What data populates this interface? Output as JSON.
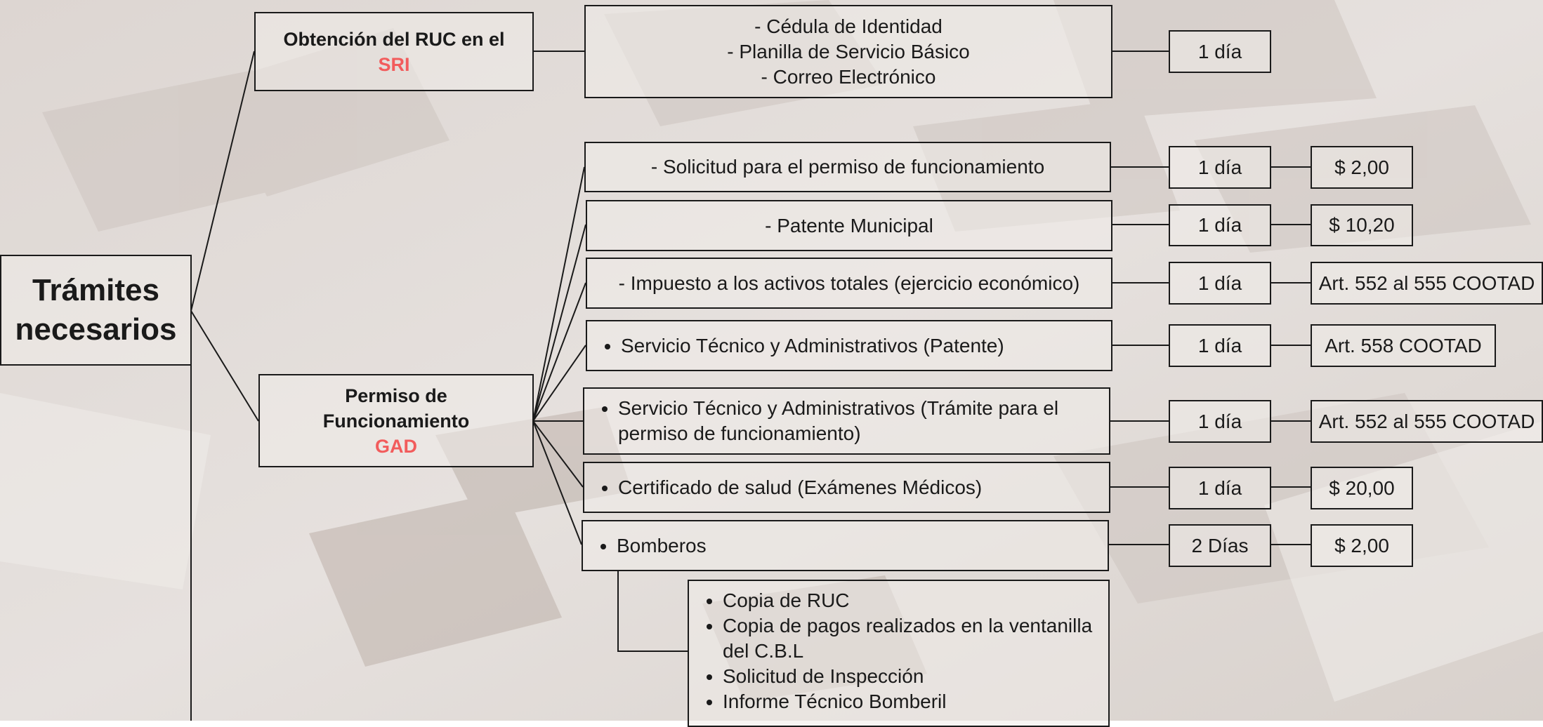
{
  "root": {
    "line1": "Trámites",
    "line2": "necesarios"
  },
  "sri_branch": {
    "title": "Obtención del RUC en el",
    "org": "SRI"
  },
  "sri_requirements": [
    "- Cédula de Identidad",
    "- Planilla de Servicio Básico",
    "- Correo Electrónico"
  ],
  "sri_time": "1 día",
  "gad_branch": {
    "line1": "Permiso  de",
    "line2": "Funcionamiento",
    "org": "GAD"
  },
  "gad_items": [
    {
      "text": "- Solicitud para el permiso de funcionamiento",
      "time": "1 día",
      "cost": "$ 2,00"
    },
    {
      "text": "- Patente Municipal",
      "time": "1 día",
      "cost": "$ 10,20"
    },
    {
      "text": "- Impuesto a los activos totales (ejercicio económico)",
      "time": "1 día",
      "cost": "Art. 552 al 555 COOTAD"
    },
    {
      "text": "Servicio Técnico y Administrativos (Patente)",
      "time": "1 día",
      "cost": "Art. 558 COOTAD"
    },
    {
      "text": "Servicio Técnico y Administrativos (Trámite para el permiso de funcionamiento)",
      "time": "1 día",
      "cost": "Art. 552 al 555 COOTAD"
    },
    {
      "text": "Certificado de salud (Exámenes Médicos)",
      "time": "1 día",
      "cost": "$ 20,00"
    },
    {
      "text": "Bomberos",
      "time": "2 Días",
      "cost": "$ 2,00"
    }
  ],
  "bomberos_requirements": [
    "Copia de RUC",
    "Copia de pagos realizados en la ventanilla del C.B.L",
    "Solicitud de Inspección",
    "Informe Técnico Bomberil"
  ]
}
